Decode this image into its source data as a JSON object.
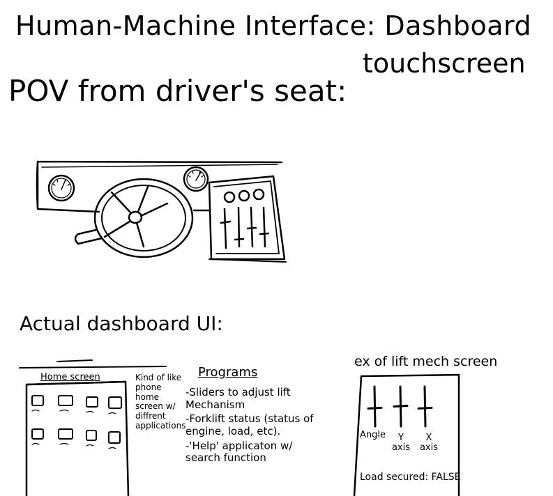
{
  "title": {
    "line1": "Human-Machine Interface: Dashboard",
    "line2": "touchscreen"
  },
  "pov_label": "POV from driver's seat:",
  "dashboard_ui": {
    "heading": "Actual dashboard UI:",
    "home_screen_title": "Home screen",
    "note": "Kind of like phone home screen w/ diffrent applications"
  },
  "programs": {
    "title": "Programs",
    "items": [
      "-Sliders to adjust lift Mechanism",
      "-Forklift status (status of engine, load, etc).",
      "-'Help' applicaton w/ search function"
    ]
  },
  "lift_screen": {
    "title": "ex of lift mech screen",
    "sliders": [
      {
        "label": "Angle",
        "value": 0.45
      },
      {
        "label": "Y axis",
        "value": 0.5
      },
      {
        "label": "X axis",
        "value": 0.45
      }
    ],
    "load_status": "Load secured: FALSE"
  },
  "colors": {
    "ink": "#000000",
    "paper": "#ffffff"
  }
}
